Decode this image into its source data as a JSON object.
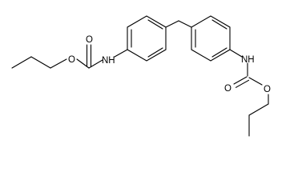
{
  "molecule": {
    "atoms": {
      "o_carbonyl_left": "O",
      "o_ester_left": "O",
      "nh_left": "NH",
      "nh_right": "NH",
      "o_carbonyl_right": "O",
      "o_ester_right": "O"
    }
  }
}
